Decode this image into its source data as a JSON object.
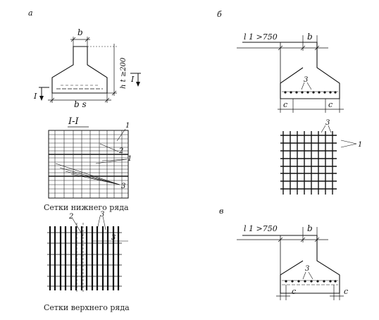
{
  "panels": {
    "a": "а",
    "b": "б",
    "v": "в"
  },
  "labels": {
    "b": "b",
    "bs": "b s",
    "ht": "h t ≥200",
    "l1": "l 1 >750",
    "c": "c",
    "section_mark": "I",
    "section_title": "I-I",
    "n1": "1",
    "n2": "2",
    "n3": "3"
  },
  "captions": {
    "lower": "Сетки нижнего ряда",
    "upper": "Сетки верхнего ряда"
  },
  "colors": {
    "ink": "#111111",
    "background": "#ffffff"
  }
}
